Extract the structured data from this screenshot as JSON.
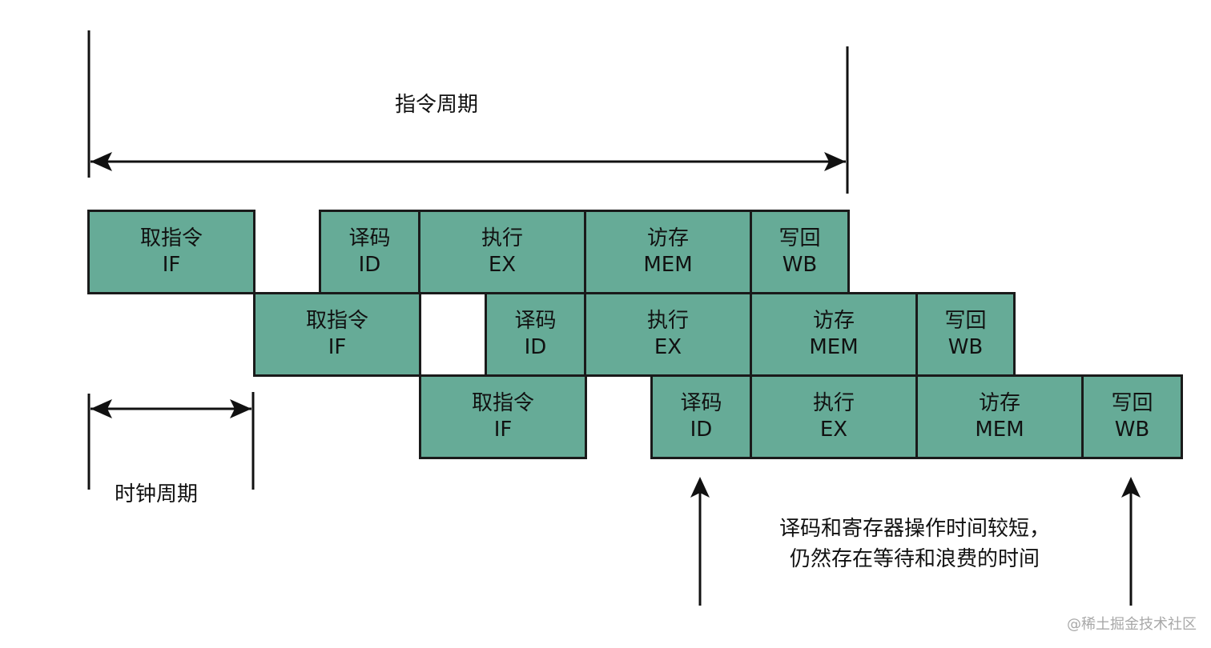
{
  "instruction_cycle_label": "指令周期",
  "clock_cycle_label": "时钟周期",
  "note_line1": "译码和寄存器操作时间较短，",
  "note_line2": "仍然存在等待和浪费的时间",
  "watermark": "@稀土掘金技术社区",
  "stage_color": "#66ab97",
  "rows": [
    {
      "stages": [
        {
          "name": "取指令",
          "abbr": "IF"
        },
        {
          "name": "译码",
          "abbr": "ID"
        },
        {
          "name": "执行",
          "abbr": "EX"
        },
        {
          "name": "访存",
          "abbr": "MEM"
        },
        {
          "name": "写回",
          "abbr": "WB"
        }
      ]
    },
    {
      "stages": [
        {
          "name": "取指令",
          "abbr": "IF"
        },
        {
          "name": "译码",
          "abbr": "ID"
        },
        {
          "name": "执行",
          "abbr": "EX"
        },
        {
          "name": "访存",
          "abbr": "MEM"
        },
        {
          "name": "写回",
          "abbr": "WB"
        }
      ]
    },
    {
      "stages": [
        {
          "name": "取指令",
          "abbr": "IF"
        },
        {
          "name": "译码",
          "abbr": "ID"
        },
        {
          "name": "执行",
          "abbr": "EX"
        },
        {
          "name": "访存",
          "abbr": "MEM"
        },
        {
          "name": "写回",
          "abbr": "WB"
        }
      ]
    }
  ]
}
